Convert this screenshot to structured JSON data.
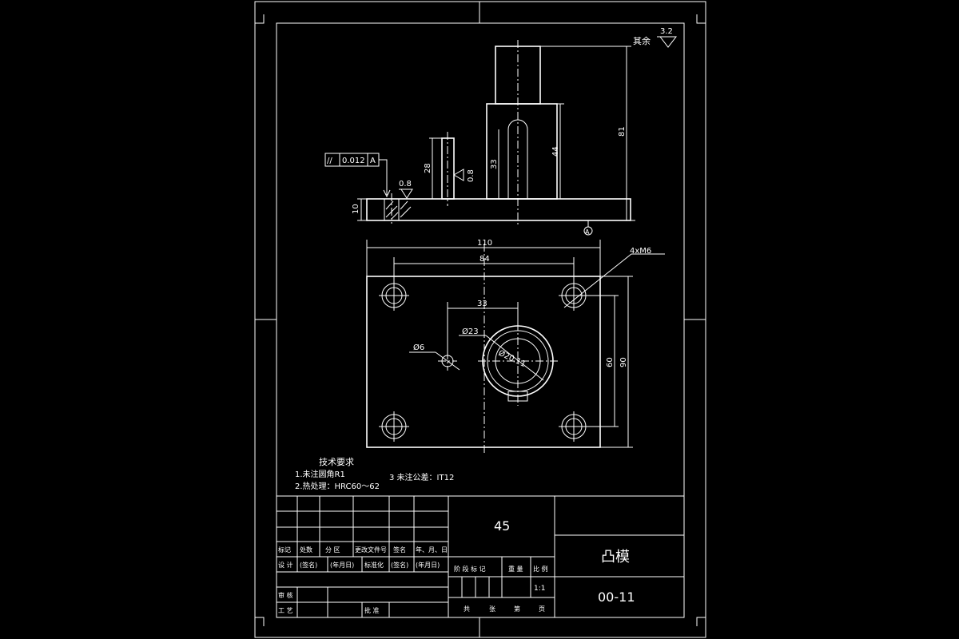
{
  "drawing": {
    "surface_finish": {
      "note": "其余",
      "value": "3.2"
    },
    "section_view": {
      "dims": {
        "d81": "81",
        "d44": "44",
        "d33": "33",
        "d28": "28",
        "d10": "10"
      },
      "tolerance_frame": {
        "symbol": "//",
        "value": "0.012",
        "datum": "A"
      },
      "roughness_a": "0.8",
      "roughness_b": "0.8",
      "datum_label": "A"
    },
    "plan_view": {
      "dims": {
        "d110": "110",
        "d84": "84",
        "d33": "33",
        "d60": "60",
        "d90": "90",
        "phi23": "Ø23",
        "phi6": "Ø6",
        "phi20": "Ø20.11"
      },
      "thread_label": "4xM6"
    },
    "tech_requirements": {
      "title": "技术要求",
      "item1": "1.未注圆角R1",
      "item2": "2.热处理：HRC60～62",
      "item3": "3 未注公差：IT12"
    },
    "title_block": {
      "material": "45",
      "part_name": "凸模",
      "drawing_no": "00-11",
      "scale_value": "1:1",
      "row_revision": [
        "标记",
        "处数",
        "分 区",
        "更改文件号",
        "签名",
        "年、月、日"
      ],
      "row_design": [
        "设 计",
        "(签名)",
        "(年月日)",
        "标准化",
        "(签名)",
        "(年月日)"
      ],
      "row_check": "审 核",
      "row_process": [
        "工 艺",
        "批 准"
      ],
      "stage_headers": [
        "阶 段 标 记",
        "重 量",
        "比 例"
      ],
      "sheet_labels": [
        "共",
        "张",
        "第",
        "页"
      ]
    }
  }
}
